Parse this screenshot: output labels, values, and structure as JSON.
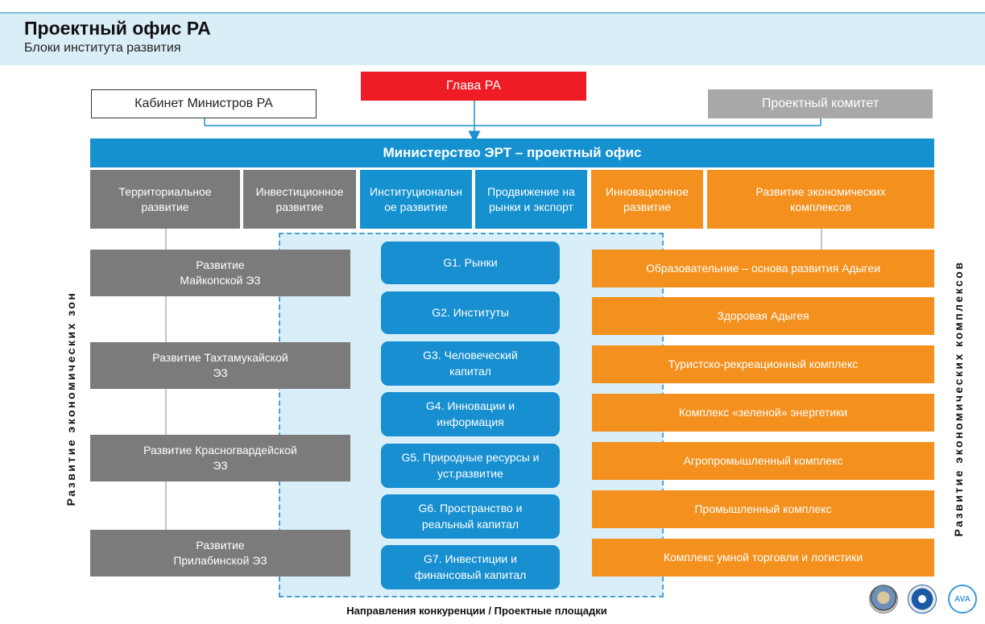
{
  "header": {
    "title": "Проектный офис РА",
    "subtitle": "Блоки института развития"
  },
  "top": {
    "head": "Глава РА",
    "cabinet": "Кабинет Министров РА",
    "committee": "Проектный комитет"
  },
  "ministry": "Министерство ЭРТ – проектный офис",
  "blocks": [
    "Территориальное развитие",
    "Инвестиционное развитие",
    "Институциональное развитие",
    "Продвижение на рынки и экспорт",
    "Инновационное развитие",
    "Развитие экономических комплексов"
  ],
  "zones": [
    "Развитие Майкопской ЭЗ",
    "Развитие Тахтамукайской ЭЗ",
    "Развитие Красногвардейской ЭЗ",
    "Развитие Прилабинской ЭЗ"
  ],
  "directions": [
    "G1. Рынки",
    "G2. Институты",
    "G3. Человеческий капитал",
    "G4. Инновации и информация",
    "G5. Природные ресурсы и уст.развитие",
    "G6. Пространство и реальный капитал",
    "G7. Инвестиции и финансовый капитал"
  ],
  "complexes": [
    "Образовательние – основа развития Адыгеи",
    "Здоровая Адыгея",
    "Туристско-рекреационный комплекс",
    "Комплекс «зеленой» энергетики",
    "Агропромышленный комплекс",
    "Промышленный комплекс",
    "Комплекс умной торговли и логистики"
  ],
  "labels": {
    "left_vertical": "Развитие экономических зон",
    "right_vertical": "Развитие экономических комплексов",
    "bottom": "Направления конкуренции / Проектные площадки"
  },
  "logos": [
    "emblem-logo",
    "coat-of-arms-logo",
    "ava-logo"
  ],
  "logo_text": "AVA",
  "colors": {
    "gray": "#7b7b7b",
    "blue": "#1591d0",
    "orange": "#f4911e",
    "red": "#ee1c24",
    "light_blue_bg": "#daeef8"
  }
}
